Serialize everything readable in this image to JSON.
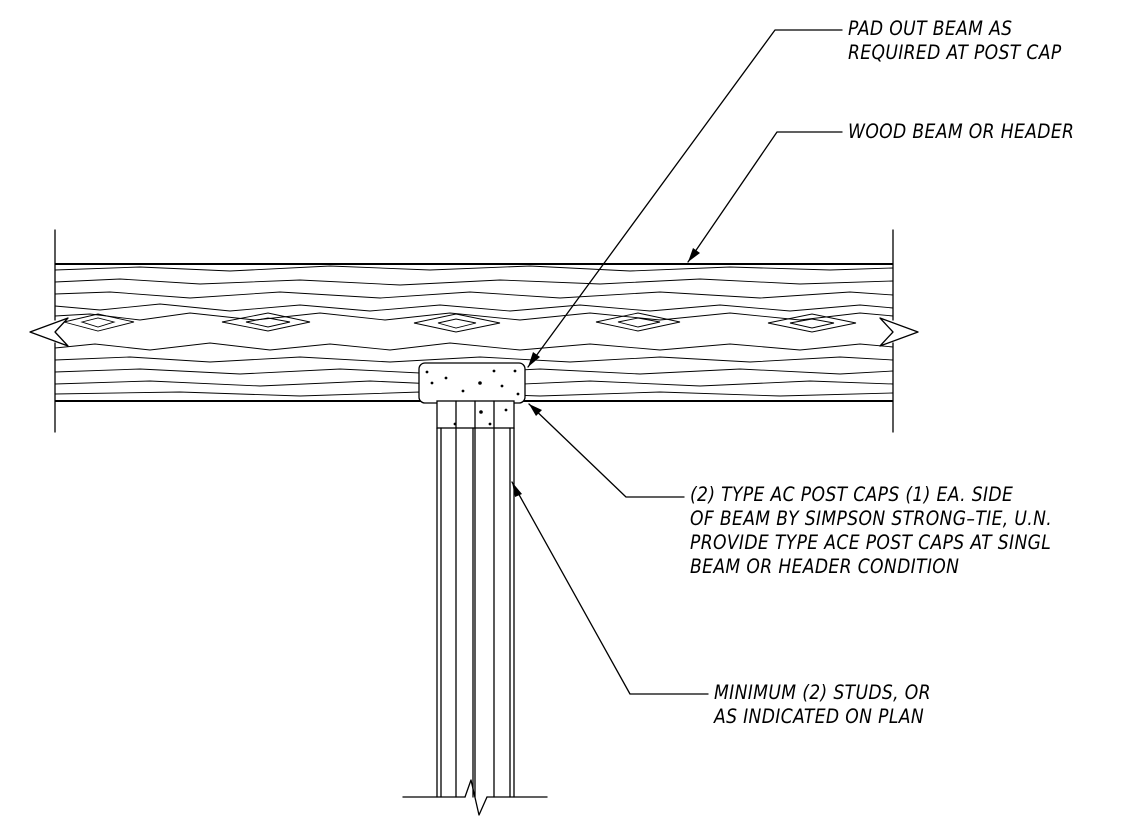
{
  "notes": {
    "pad_out": {
      "line1": "PAD OUT BEAM AS",
      "line2": "REQUIRED AT POST CAP"
    },
    "wood_beam": {
      "line1": "WOOD BEAM OR HEADER"
    },
    "post_caps": {
      "line1": "(2) TYPE AC POST CAPS (1) EA. SIDE",
      "line2": "OF BEAM BY SIMPSON STRONG–TIE, U.N.",
      "line3": "PROVIDE TYPE ACE POST CAPS AT SINGL",
      "line4": "BEAM OR HEADER CONDITION"
    },
    "studs": {
      "line1": "MINIMUM (2) STUDS, OR",
      "line2": "AS INDICATED ON PLAN"
    }
  }
}
